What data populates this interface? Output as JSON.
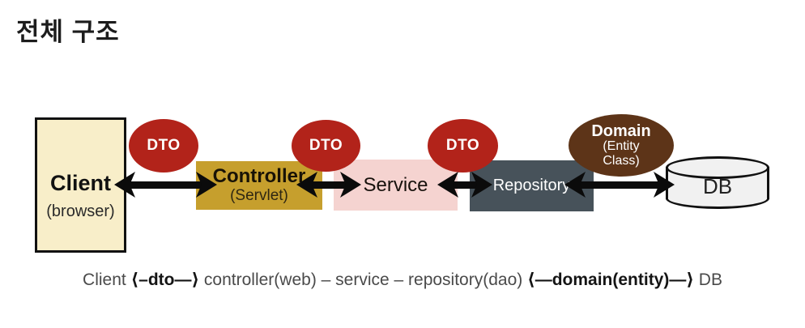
{
  "title": "전체 구조",
  "colors": {
    "client_fill": "#f8eec9",
    "controller_fill": "#c69f2d",
    "service_fill": "#f5d3d0",
    "repository_fill": "#47525a",
    "dto_fill": "#b2231a",
    "domain_fill": "#5d3418",
    "db_fill": "#f1f1f1",
    "arrow": "#0b0b0b"
  },
  "diagram": {
    "client": {
      "label": "Client",
      "sublabel": "(browser)"
    },
    "controller": {
      "label": "Controller",
      "sublabel": "(Servlet)"
    },
    "service": {
      "label": "Service"
    },
    "repository": {
      "label": "Repository"
    },
    "dto_ovals": [
      {
        "label": "DTO"
      },
      {
        "label": "DTO"
      },
      {
        "label": "DTO"
      }
    ],
    "domain": {
      "label": "Domain",
      "sub_line1": "(Entity",
      "sub_line2": "Class)"
    },
    "db": {
      "label": "DB"
    }
  },
  "caption": {
    "segments": [
      {
        "text": "Client ",
        "bold": false
      },
      {
        "text": "⟨–dto—⟩",
        "bold": true
      },
      {
        "text": " controller(web) – service – repository(dao) ",
        "bold": false
      },
      {
        "text": "⟨—domain(entity)—⟩",
        "bold": true
      },
      {
        "text": " DB",
        "bold": false
      }
    ]
  }
}
